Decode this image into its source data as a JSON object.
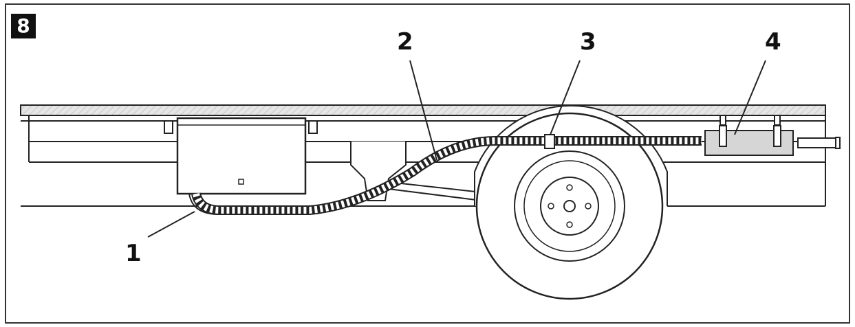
{
  "figure": {
    "number": "8"
  },
  "callouts": [
    {
      "id": "1",
      "label": "1"
    },
    {
      "id": "2",
      "label": "2"
    },
    {
      "id": "3",
      "label": "3"
    },
    {
      "id": "4",
      "label": "4"
    }
  ]
}
